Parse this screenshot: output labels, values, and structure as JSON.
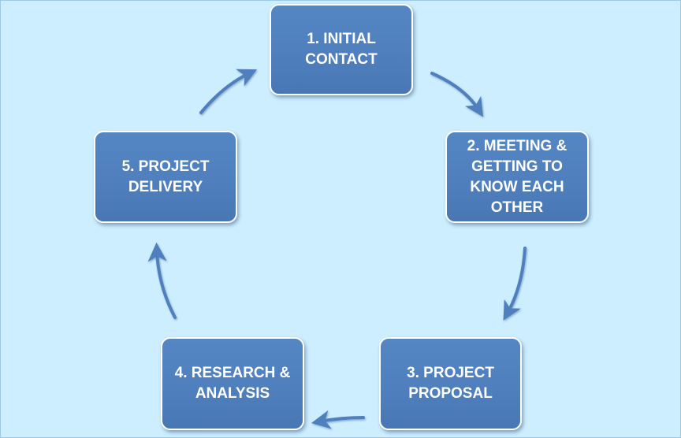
{
  "diagram": {
    "type": "cycle",
    "steps": [
      {
        "id": "step-1",
        "label": "1. INITIAL\nCONTACT"
      },
      {
        "id": "step-2",
        "label": "2. MEETING &\nGETTING TO\nKNOW EACH\nOTHER"
      },
      {
        "id": "step-3",
        "label": "3. PROJECT\nPROPOSAL"
      },
      {
        "id": "step-4",
        "label": "4. RESEARCH &\nANALYSIS"
      },
      {
        "id": "step-5",
        "label": "5. PROJECT\nDELIVERY"
      }
    ],
    "connections": [
      {
        "from": "step-1",
        "to": "step-2"
      },
      {
        "from": "step-2",
        "to": "step-3"
      },
      {
        "from": "step-3",
        "to": "step-4"
      },
      {
        "from": "step-4",
        "to": "step-5"
      },
      {
        "from": "step-5",
        "to": "step-1"
      }
    ]
  },
  "colors": {
    "background": "#cdeeff",
    "box_fill": "#4f7fbd",
    "box_border": "#ffffff",
    "arrow": "#4f7fbd",
    "text": "#ffffff"
  }
}
